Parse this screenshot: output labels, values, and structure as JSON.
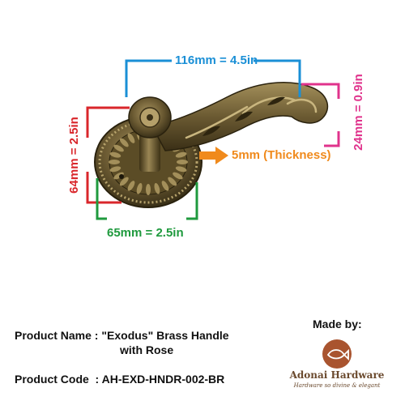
{
  "dimensions": {
    "width": {
      "label": "116mm = 4.5in",
      "color": "#1a8fd6"
    },
    "height": {
      "label": "64mm = 2.5in",
      "color": "#d9262b"
    },
    "rose_width": {
      "label": "65mm = 2.5in",
      "color": "#1f9a3e"
    },
    "lever_height": {
      "label": "24mm = 0.9in",
      "color": "#e0338c"
    },
    "thickness": {
      "label": "5mm (Thickness)",
      "color": "#f08a1c"
    }
  },
  "product": {
    "name_label": "Product Name",
    "name_value_line1": "\"Exodus\" Brass Handle",
    "name_value_line2": "with Rose",
    "code_label": "Product Code",
    "code_value": "AH-EXD-HNDR-002-BR"
  },
  "maker": {
    "made_by": "Made by:",
    "brand_name": "Adonai Hardware",
    "tagline": "Hardware so divine & elegant",
    "logo_color": "#a9542f",
    "logo_icon": "fish-icon"
  },
  "product_image": {
    "finish_color": "#6b5a32",
    "icon": "door-handle-image"
  }
}
